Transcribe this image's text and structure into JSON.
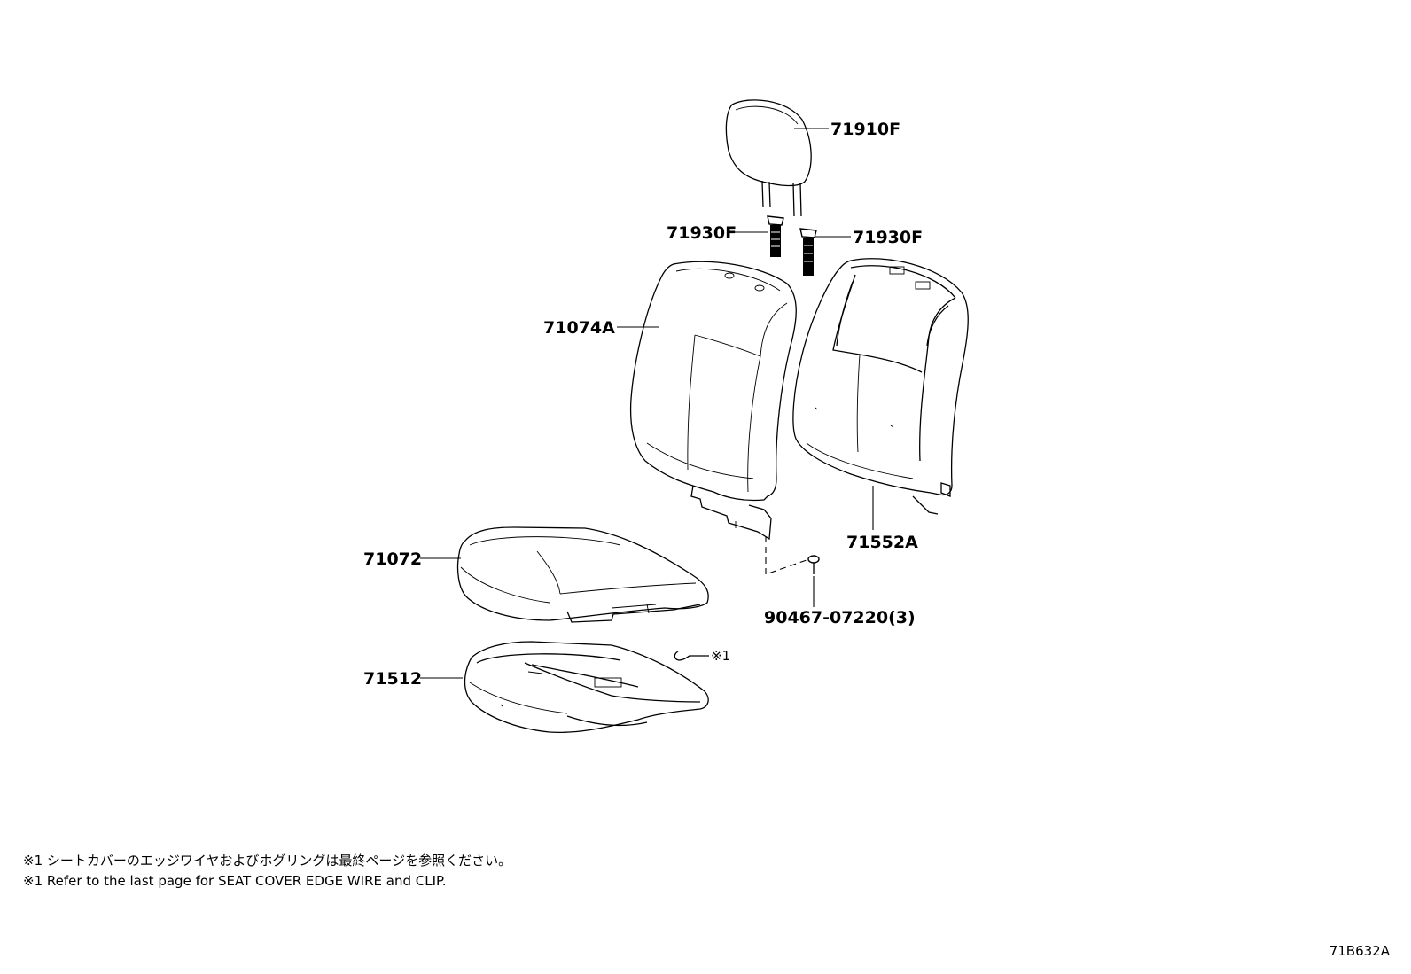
{
  "parts": {
    "headrest": "71910F",
    "support_left": "71930F",
    "support_right": "71930F",
    "seatback_cover": "71074A",
    "seatback_pad": "71552A",
    "cushion_cover": "71072",
    "cushion_pad": "71512",
    "clip": "90467-07220(3)",
    "edge_wire_ref": "※1"
  },
  "notes": {
    "jp": "※1 シートカバーのエッジワイヤおよびホグリングは最終ページを参照ください。",
    "en": "※1 Refer to the last page for SEAT COVER EDGE WIRE and CLIP."
  },
  "diagram_code": "71B632A"
}
